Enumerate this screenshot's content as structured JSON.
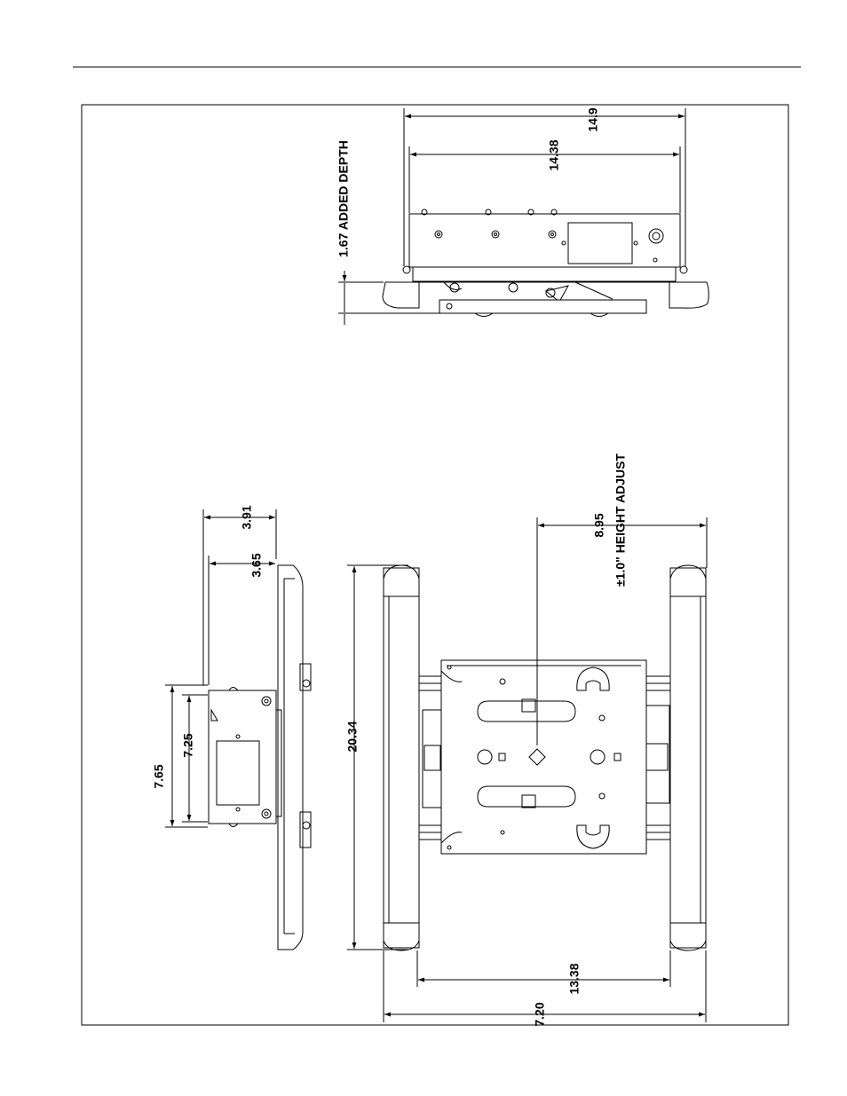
{
  "drawing": {
    "top_view": {
      "width_overall": "14.9",
      "width_inner": "14.38",
      "added_depth": "1.67 ADDED DEPTH"
    },
    "side_view": {
      "depth_max": "3.91",
      "depth_min": "3.65",
      "height_outer": "7.65",
      "height_inner": "7.25"
    },
    "front_view": {
      "height_arms": "20.34",
      "center_height": "8.95",
      "height_adjust": "±1.0\" HEIGHT ADJUST",
      "width_inner": "13.38",
      "width_overall": "7.20"
    }
  }
}
